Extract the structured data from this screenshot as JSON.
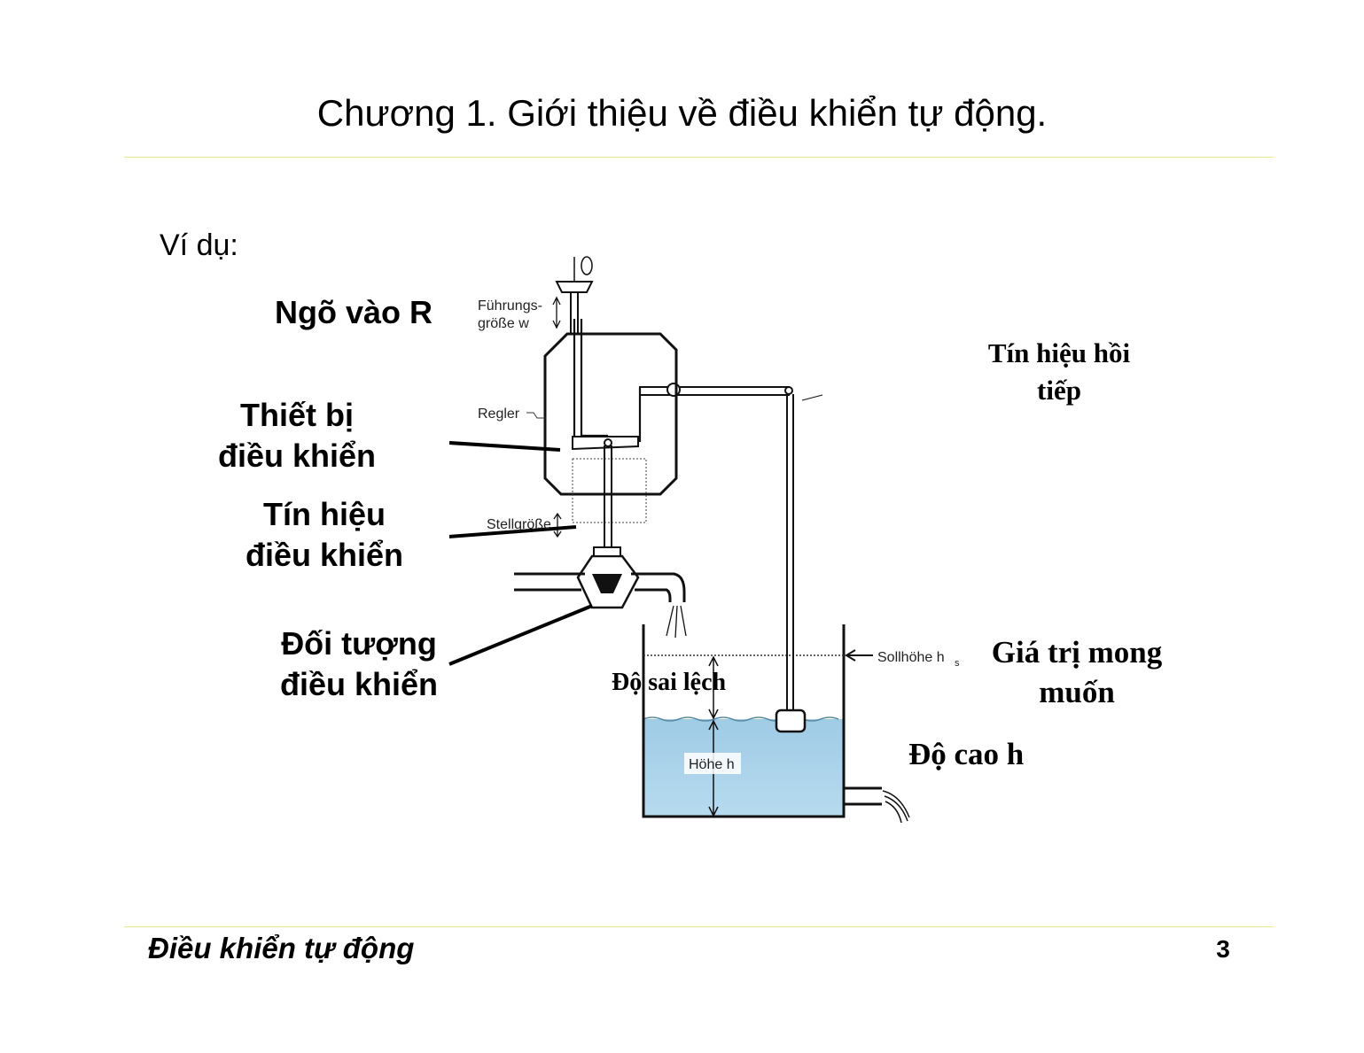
{
  "slide": {
    "title": "Chương 1. Giới thiệu về điều khiển tự động.",
    "example_label": "Ví dụ:",
    "footer_course": "Điều khiển tự động",
    "page_number": "3"
  },
  "labels": {
    "input_r": "Ngõ vào R",
    "controller_line1": "Thiết bị",
    "controller_line2": "điều khiển",
    "control_signal_line1": "Tín hiệu",
    "control_signal_line2": "điều khiển",
    "plant_line1": "Đối tượng",
    "plant_line2": "điều khiển",
    "feedback_line1": "Tín hiệu hồi",
    "feedback_line2": "tiếp",
    "setpoint_line1": "Giá trị mong",
    "setpoint_line2": "muốn",
    "height": "Độ cao h",
    "error": "Độ sai lệch"
  },
  "diagram_labels": {
    "reference_line1": "Führungs-",
    "reference_line2": "größe w",
    "controller": "Regler",
    "manipulated": "Stellgröße",
    "setpoint_height": "Sollhöhe  h",
    "setpoint_subscript": "s",
    "level": "Höhe h"
  },
  "colors": {
    "rule": "#f0ea8c",
    "water": "#a9d3ea",
    "water_dark": "#8cc0dd"
  }
}
